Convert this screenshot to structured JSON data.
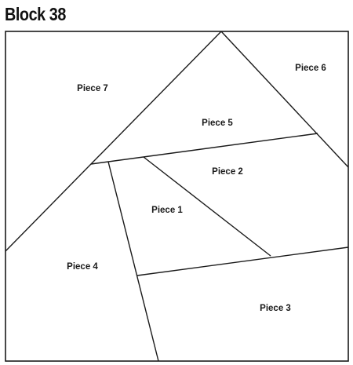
{
  "title": "Block 38",
  "pieces": [
    {
      "id": "piece-1",
      "label": "Piece 1"
    },
    {
      "id": "piece-2",
      "label": "Piece 2"
    },
    {
      "id": "piece-3",
      "label": "Piece 3"
    },
    {
      "id": "piece-4",
      "label": "Piece 4"
    },
    {
      "id": "piece-5",
      "label": "Piece 5"
    },
    {
      "id": "piece-6",
      "label": "Piece 6"
    },
    {
      "id": "piece-7",
      "label": "Piece 7"
    }
  ]
}
